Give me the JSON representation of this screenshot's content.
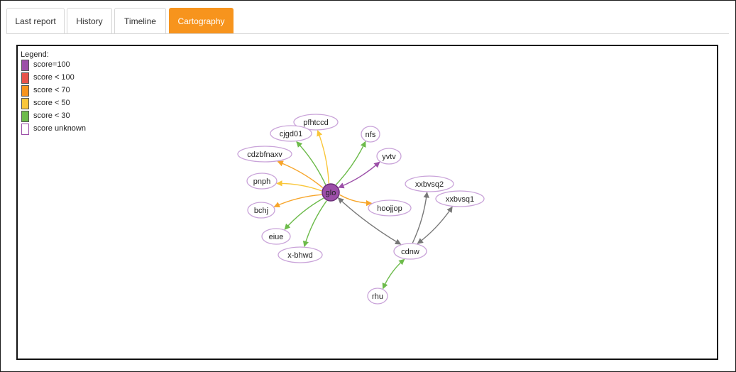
{
  "tabs": [
    {
      "label": "Last report",
      "active": false
    },
    {
      "label": "History",
      "active": false
    },
    {
      "label": "Timeline",
      "active": false
    },
    {
      "label": "Cartography",
      "active": true
    }
  ],
  "legend": {
    "title": "Legend:",
    "items": [
      {
        "label": "score=100",
        "color": "#9c4fa8"
      },
      {
        "label": "score < 100",
        "color": "#e8534a"
      },
      {
        "label": "score < 70",
        "color": "#f7941d"
      },
      {
        "label": "score < 50",
        "color": "#f9c63a"
      },
      {
        "label": "score < 30",
        "color": "#6dbb4b"
      },
      {
        "label": "score unknown",
        "color": "#ffffff"
      }
    ]
  },
  "colors": {
    "accent": "#f7941d",
    "node_border": "#c9a3d9",
    "hub_fill": "#9c4fa8",
    "edge_gray": "#777777",
    "edge_green": "#6dbb4b",
    "edge_yellow": "#f9c63a",
    "edge_orange": "#f7a52a",
    "edge_purple": "#9c4fa8"
  },
  "graph": {
    "nodes": [
      {
        "id": "glo",
        "label": "glo",
        "hub": true
      },
      {
        "id": "pfhtccd",
        "label": "pfhtccd"
      },
      {
        "id": "cjgd01",
        "label": "cjgd01"
      },
      {
        "id": "nfs",
        "label": "nfs"
      },
      {
        "id": "yvtv",
        "label": "yvtv"
      },
      {
        "id": "cdzbfnaxv",
        "label": "cdzbfnaxv"
      },
      {
        "id": "pnph",
        "label": "pnph"
      },
      {
        "id": "bchj",
        "label": "bchj"
      },
      {
        "id": "eiue",
        "label": "eiue"
      },
      {
        "id": "x-bhwd",
        "label": "x-bhwd"
      },
      {
        "id": "hoojjop",
        "label": "hoojjop"
      },
      {
        "id": "xxbvsq2",
        "label": "xxbvsq2"
      },
      {
        "id": "xxbvsq1",
        "label": "xxbvsq1"
      },
      {
        "id": "cdnw",
        "label": "cdnw"
      },
      {
        "id": "rhu",
        "label": "rhu"
      }
    ],
    "edges": [
      {
        "from": "glo",
        "to": "pfhtccd",
        "color": "edge_yellow"
      },
      {
        "from": "glo",
        "to": "cjgd01",
        "color": "edge_green"
      },
      {
        "from": "glo",
        "to": "nfs",
        "color": "edge_green"
      },
      {
        "from": "glo",
        "to": "yvtv",
        "color": "edge_purple",
        "both": true
      },
      {
        "from": "glo",
        "to": "cdzbfnaxv",
        "color": "edge_orange"
      },
      {
        "from": "glo",
        "to": "pnph",
        "color": "edge_yellow"
      },
      {
        "from": "glo",
        "to": "bchj",
        "color": "edge_orange"
      },
      {
        "from": "glo",
        "to": "eiue",
        "color": "edge_green"
      },
      {
        "from": "glo",
        "to": "x-bhwd",
        "color": "edge_green"
      },
      {
        "from": "glo",
        "to": "hoojjop",
        "color": "edge_orange"
      },
      {
        "from": "glo",
        "to": "cdnw",
        "color": "edge_gray",
        "both": true
      },
      {
        "from": "cdnw",
        "to": "xxbvsq2",
        "color": "edge_gray"
      },
      {
        "from": "cdnw",
        "to": "xxbvsq1",
        "color": "edge_gray",
        "both": true
      },
      {
        "from": "cdnw",
        "to": "rhu",
        "color": "edge_green",
        "both": true
      }
    ]
  }
}
